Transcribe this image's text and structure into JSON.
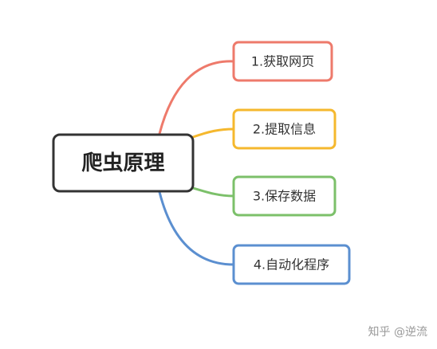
{
  "center": {
    "label": "爬虫原理"
  },
  "branches": [
    {
      "label": "1.获取网页",
      "color": "#EE7A6B"
    },
    {
      "label": "2.提取信息",
      "color": "#F5B82E"
    },
    {
      "label": "3.保存数据",
      "color": "#7CC06A"
    },
    {
      "label": "4.自动化程序",
      "color": "#5B8FD0"
    }
  ],
  "watermark": "知乎 @逆流"
}
